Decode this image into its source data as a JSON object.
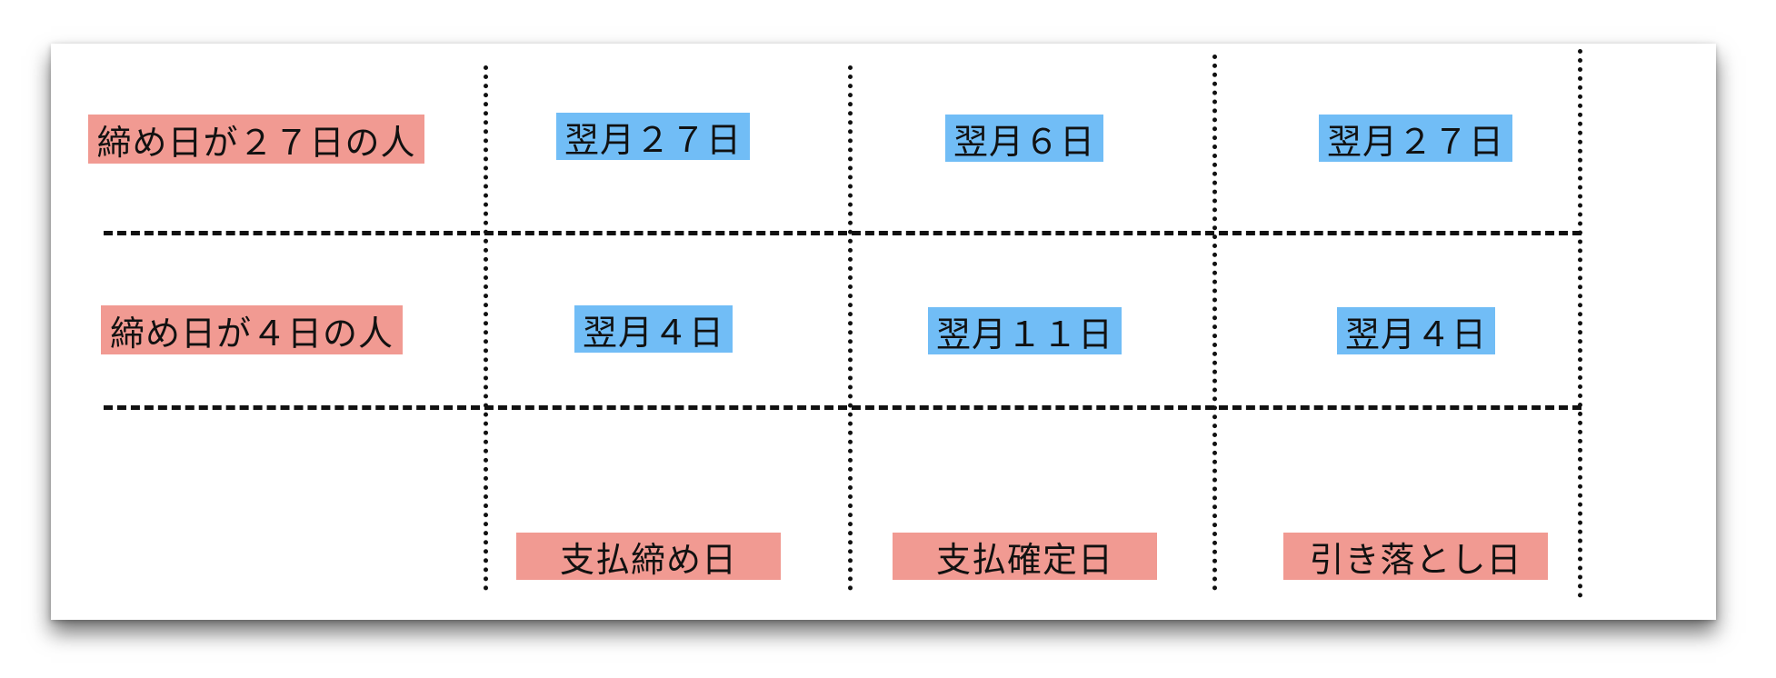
{
  "colors": {
    "row_label_bg": "#f19a92",
    "date_bg": "#71bdf6",
    "column_label_bg": "#f19a92",
    "grid_line": "#111111"
  },
  "rows": [
    {
      "label": "締め日が２７日の人",
      "cells": [
        "翌月２７日",
        "翌月６日",
        "翌月２７日"
      ]
    },
    {
      "label": "締め日が４日の人",
      "cells": [
        "翌月４日",
        "翌月１１日",
        "翌月４日"
      ]
    }
  ],
  "columns": [
    {
      "label": "支払締め日"
    },
    {
      "label": "支払確定日"
    },
    {
      "label": "引き落とし日"
    }
  ]
}
